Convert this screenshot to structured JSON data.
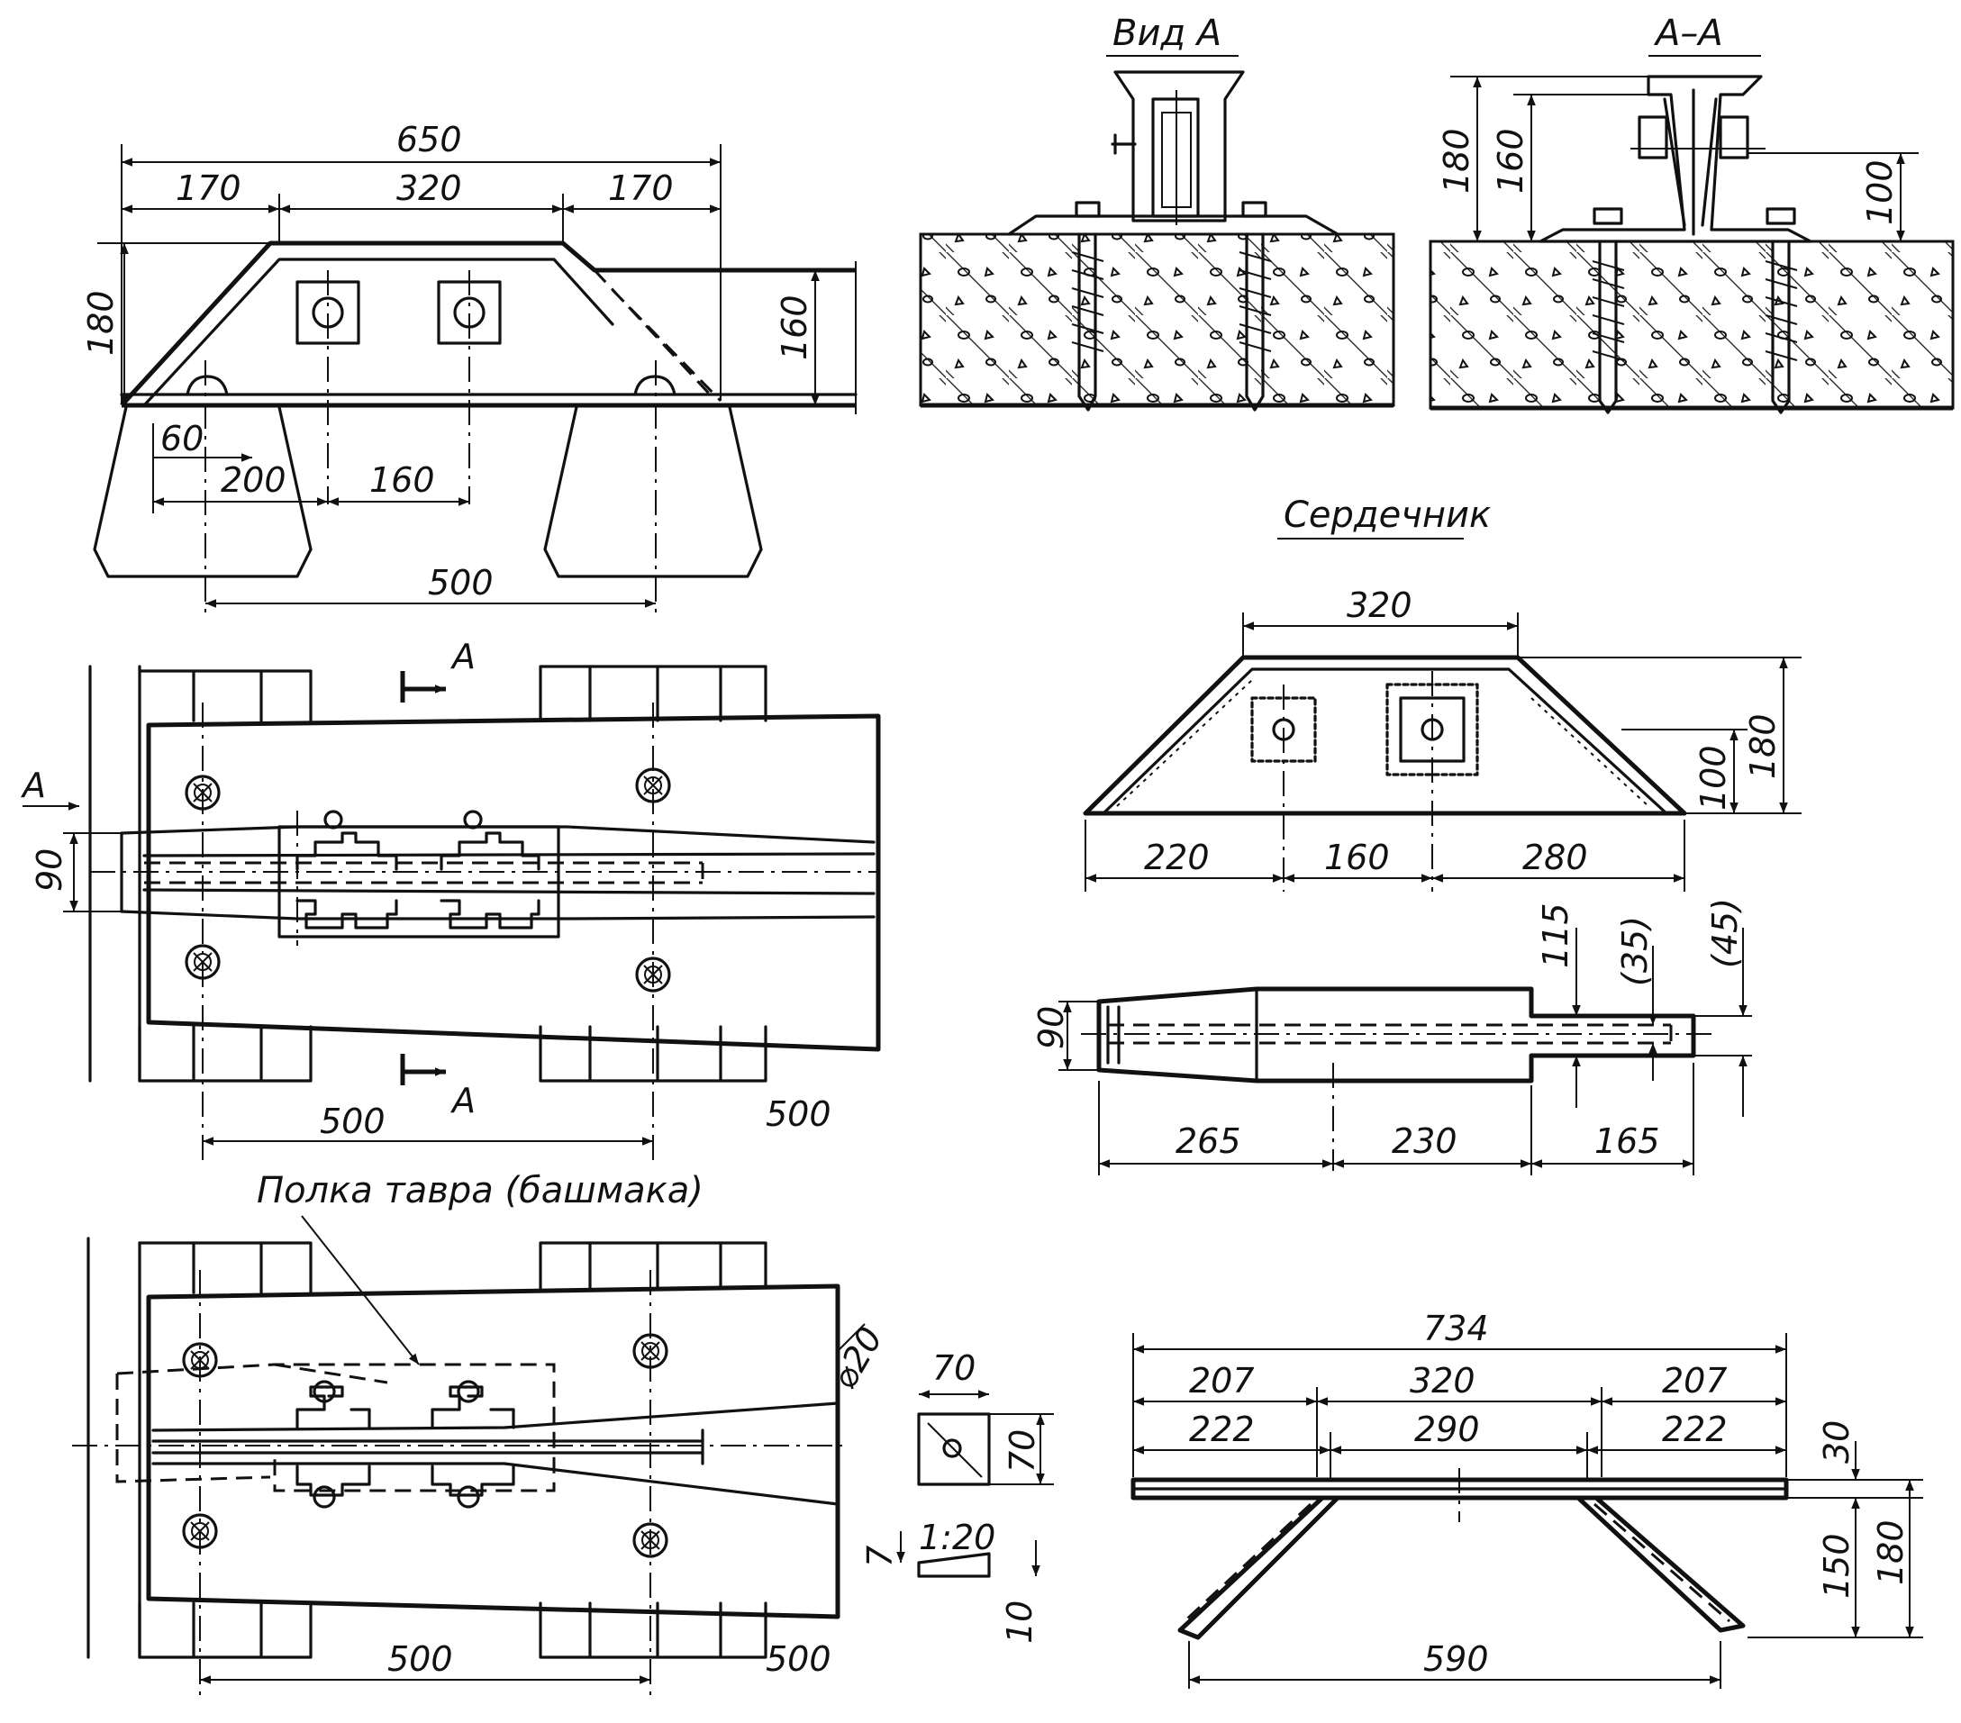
{
  "titles": {
    "view_a": "Вид А",
    "section_aa": "А–А",
    "core": "Сердечник",
    "tee_flange_note": "Полка тавра (башмака)"
  },
  "section_marks": {
    "letter": "А"
  },
  "dimensions": {
    "side_view": {
      "total_length": "650",
      "left_segment": "170",
      "middle_segment": "320",
      "right_segment": "170",
      "height_outer": "180",
      "height_inner": "160",
      "offset_60": "60",
      "span_200": "200",
      "span_160": "160",
      "sleeper_spacing": "500"
    },
    "sections": {
      "h_160": "160",
      "h_180": "180",
      "h_100": "100"
    },
    "plan_view": {
      "width_90": "90",
      "left_500": "500",
      "right_500": "500"
    },
    "core_view": {
      "top_320": "320",
      "h_180": "180",
      "h_100": "100",
      "bottom_220": "220",
      "bottom_160": "160",
      "bottom_280": "280"
    },
    "core_plan": {
      "w_90": "90",
      "d_115": "115",
      "d_35": "(35)",
      "d_45": "(45)",
      "len_265": "265",
      "len_230": "230",
      "len_165": "165"
    },
    "lower_plan": {
      "left_500": "500",
      "right_500": "500",
      "hole_dia": "⌀20"
    },
    "plate_detail": {
      "w_70": "70",
      "h_70": "70",
      "t_7": "7",
      "slope": "1:20",
      "t_10": "10"
    },
    "bent_tee": {
      "total_734": "734",
      "top_207_left": "207",
      "top_320": "320",
      "top_207_right": "207",
      "row2_222_left": "222",
      "row2_290": "290",
      "row2_222_right": "222",
      "h_30": "30",
      "h_150": "150",
      "h_180": "180",
      "bottom_590": "590"
    }
  }
}
